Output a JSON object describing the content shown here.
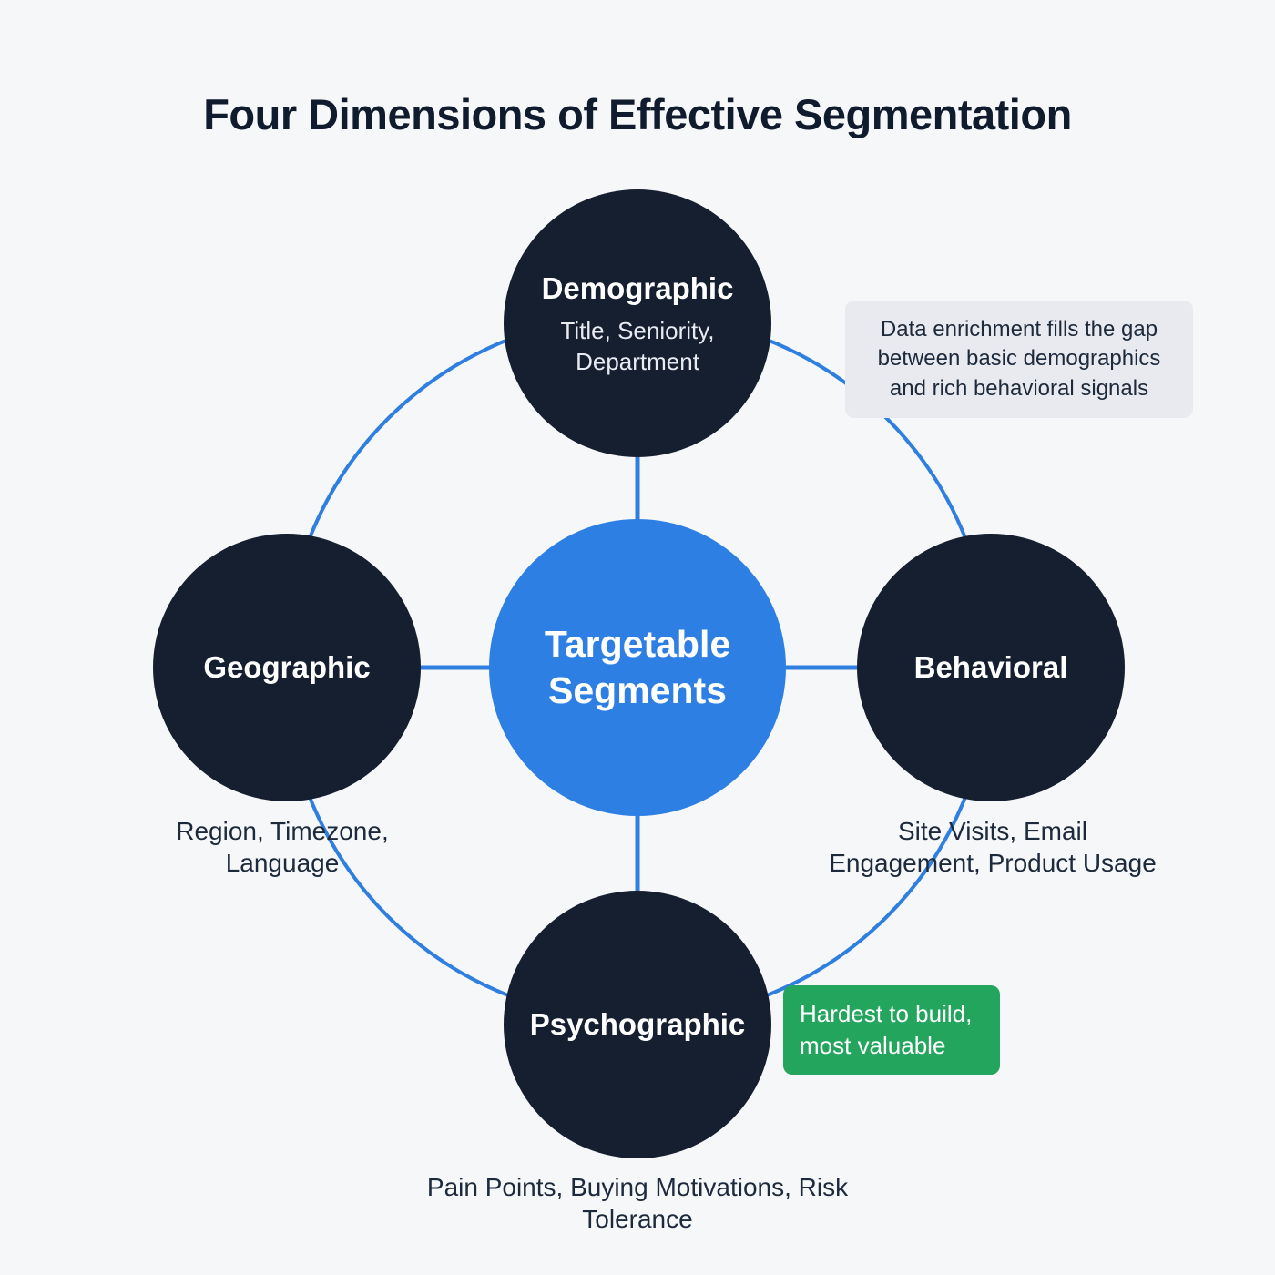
{
  "title": "Four Dimensions of Effective Segmentation",
  "center": {
    "label": "Targetable Segments"
  },
  "nodes": [
    {
      "id": "demographic",
      "label": "Demographic",
      "sub": "Title, Seniority, Department",
      "external": ""
    },
    {
      "id": "geographic",
      "label": "Geographic",
      "sub": "",
      "external": "Region, Timezone, Language"
    },
    {
      "id": "behavioral",
      "label": "Behavioral",
      "sub": "",
      "external": "Site Visits, Email Engagement, Product Usage"
    },
    {
      "id": "psychographic",
      "label": "Psychographic",
      "sub": "",
      "external": "Pain Points, Buying Motivations, Risk Tolerance"
    }
  ],
  "annotations": [
    {
      "id": "data-enrichment-note",
      "text": "Data enrichment fills the gap between basic demographics and rich behavioral signals"
    },
    {
      "id": "psychographic-note",
      "text": "Hardest to build, most valuable"
    }
  ],
  "colors": {
    "background": "#f6f7f9",
    "node_dark": "#161f30",
    "node_center_blue": "#2e7fe4",
    "connector_blue": "#2f7fe0",
    "note_gray_bg": "#e8eaef",
    "note_green_bg": "#23a55e",
    "title_text": "#101b2d"
  }
}
